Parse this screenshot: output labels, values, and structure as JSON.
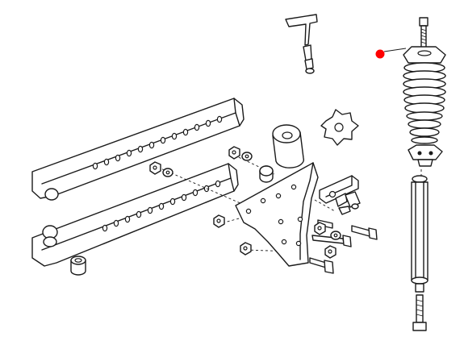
{
  "diagram": {
    "style": "exploded-parts-view",
    "line_color": "#1b1b1b",
    "background": "#ffffff",
    "marker_color": "#ff0000",
    "parts": [
      "lower-link-arm-upper",
      "lower-link-arm-lower",
      "stabilizer-bracket-plate",
      "top-link-bracket",
      "cylindrical-spacer",
      "star-knob",
      "l-shaped-pin",
      "spring-damper-assembly",
      "telescopic-stabilizer-rod",
      "hex-bolt",
      "hex-nut",
      "flat-washer",
      "bushing"
    ],
    "highlighted_part": "spring-damper-assembly"
  }
}
